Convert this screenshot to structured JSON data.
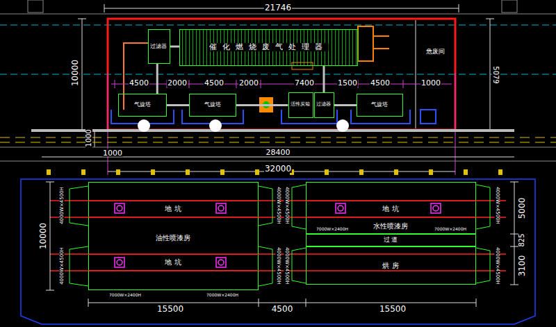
{
  "diagram": {
    "nodes": [
      {
        "text": [
          "过滤器"
        ]
      },
      {
        "text": [
          "催化燃烧废气处理器"
        ]
      },
      {
        "text": [
          "危废间"
        ]
      },
      {
        "text": [
          "气旋塔"
        ]
      },
      {
        "text": [
          "气旋塔"
        ]
      },
      {
        "text": [
          "活性炭箱"
        ]
      },
      {
        "text": [
          "过滤器"
        ]
      },
      {
        "text": [
          "气旋塔"
        ]
      },
      {
        "text": [
          "油性喷漆房"
        ]
      },
      {
        "text": [
          "地 坑"
        ],
        "in": 8
      },
      {
        "text": [
          "地 坑"
        ],
        "in": 8
      },
      {
        "text": [
          "水性喷漆房"
        ]
      },
      {
        "text": [
          "地 坑"
        ],
        "in": 11
      },
      {
        "text": [
          "过 道"
        ]
      },
      {
        "text": [
          "烘 房"
        ]
      }
    ],
    "edges": [
      {
        "from": 0,
        "to": 1,
        "arrow": "none"
      },
      {
        "from": 3,
        "to": 0,
        "arrow": "none"
      },
      {
        "from": 3,
        "to": 4,
        "arrow": "none"
      },
      {
        "from": 4,
        "to": 5,
        "arrow": "none"
      },
      {
        "from": 6,
        "to": 7,
        "arrow": "none"
      },
      {
        "from": 1,
        "to": 6,
        "arrow": "none"
      }
    ],
    "labels": [
      "21746",
      "10000",
      "5079",
      "4500",
      "2000",
      "4500",
      "2000",
      "7400",
      "1500",
      "4500",
      "1000",
      "1000",
      "1000",
      "28400",
      "32000",
      "10000",
      "15500",
      "4500",
      "15500",
      "5000",
      "825",
      "3100",
      "4000W×4500H",
      "4000W×4500H",
      "4000W×4500H",
      "4000W×4500H",
      "4000W×4500H",
      "4000W×4500H",
      "4000W×4500H",
      "4000W×4500H",
      "7000W×2400H",
      "7000W×2400H",
      "7000W×2400H",
      "7000W×2400H"
    ]
  }
}
